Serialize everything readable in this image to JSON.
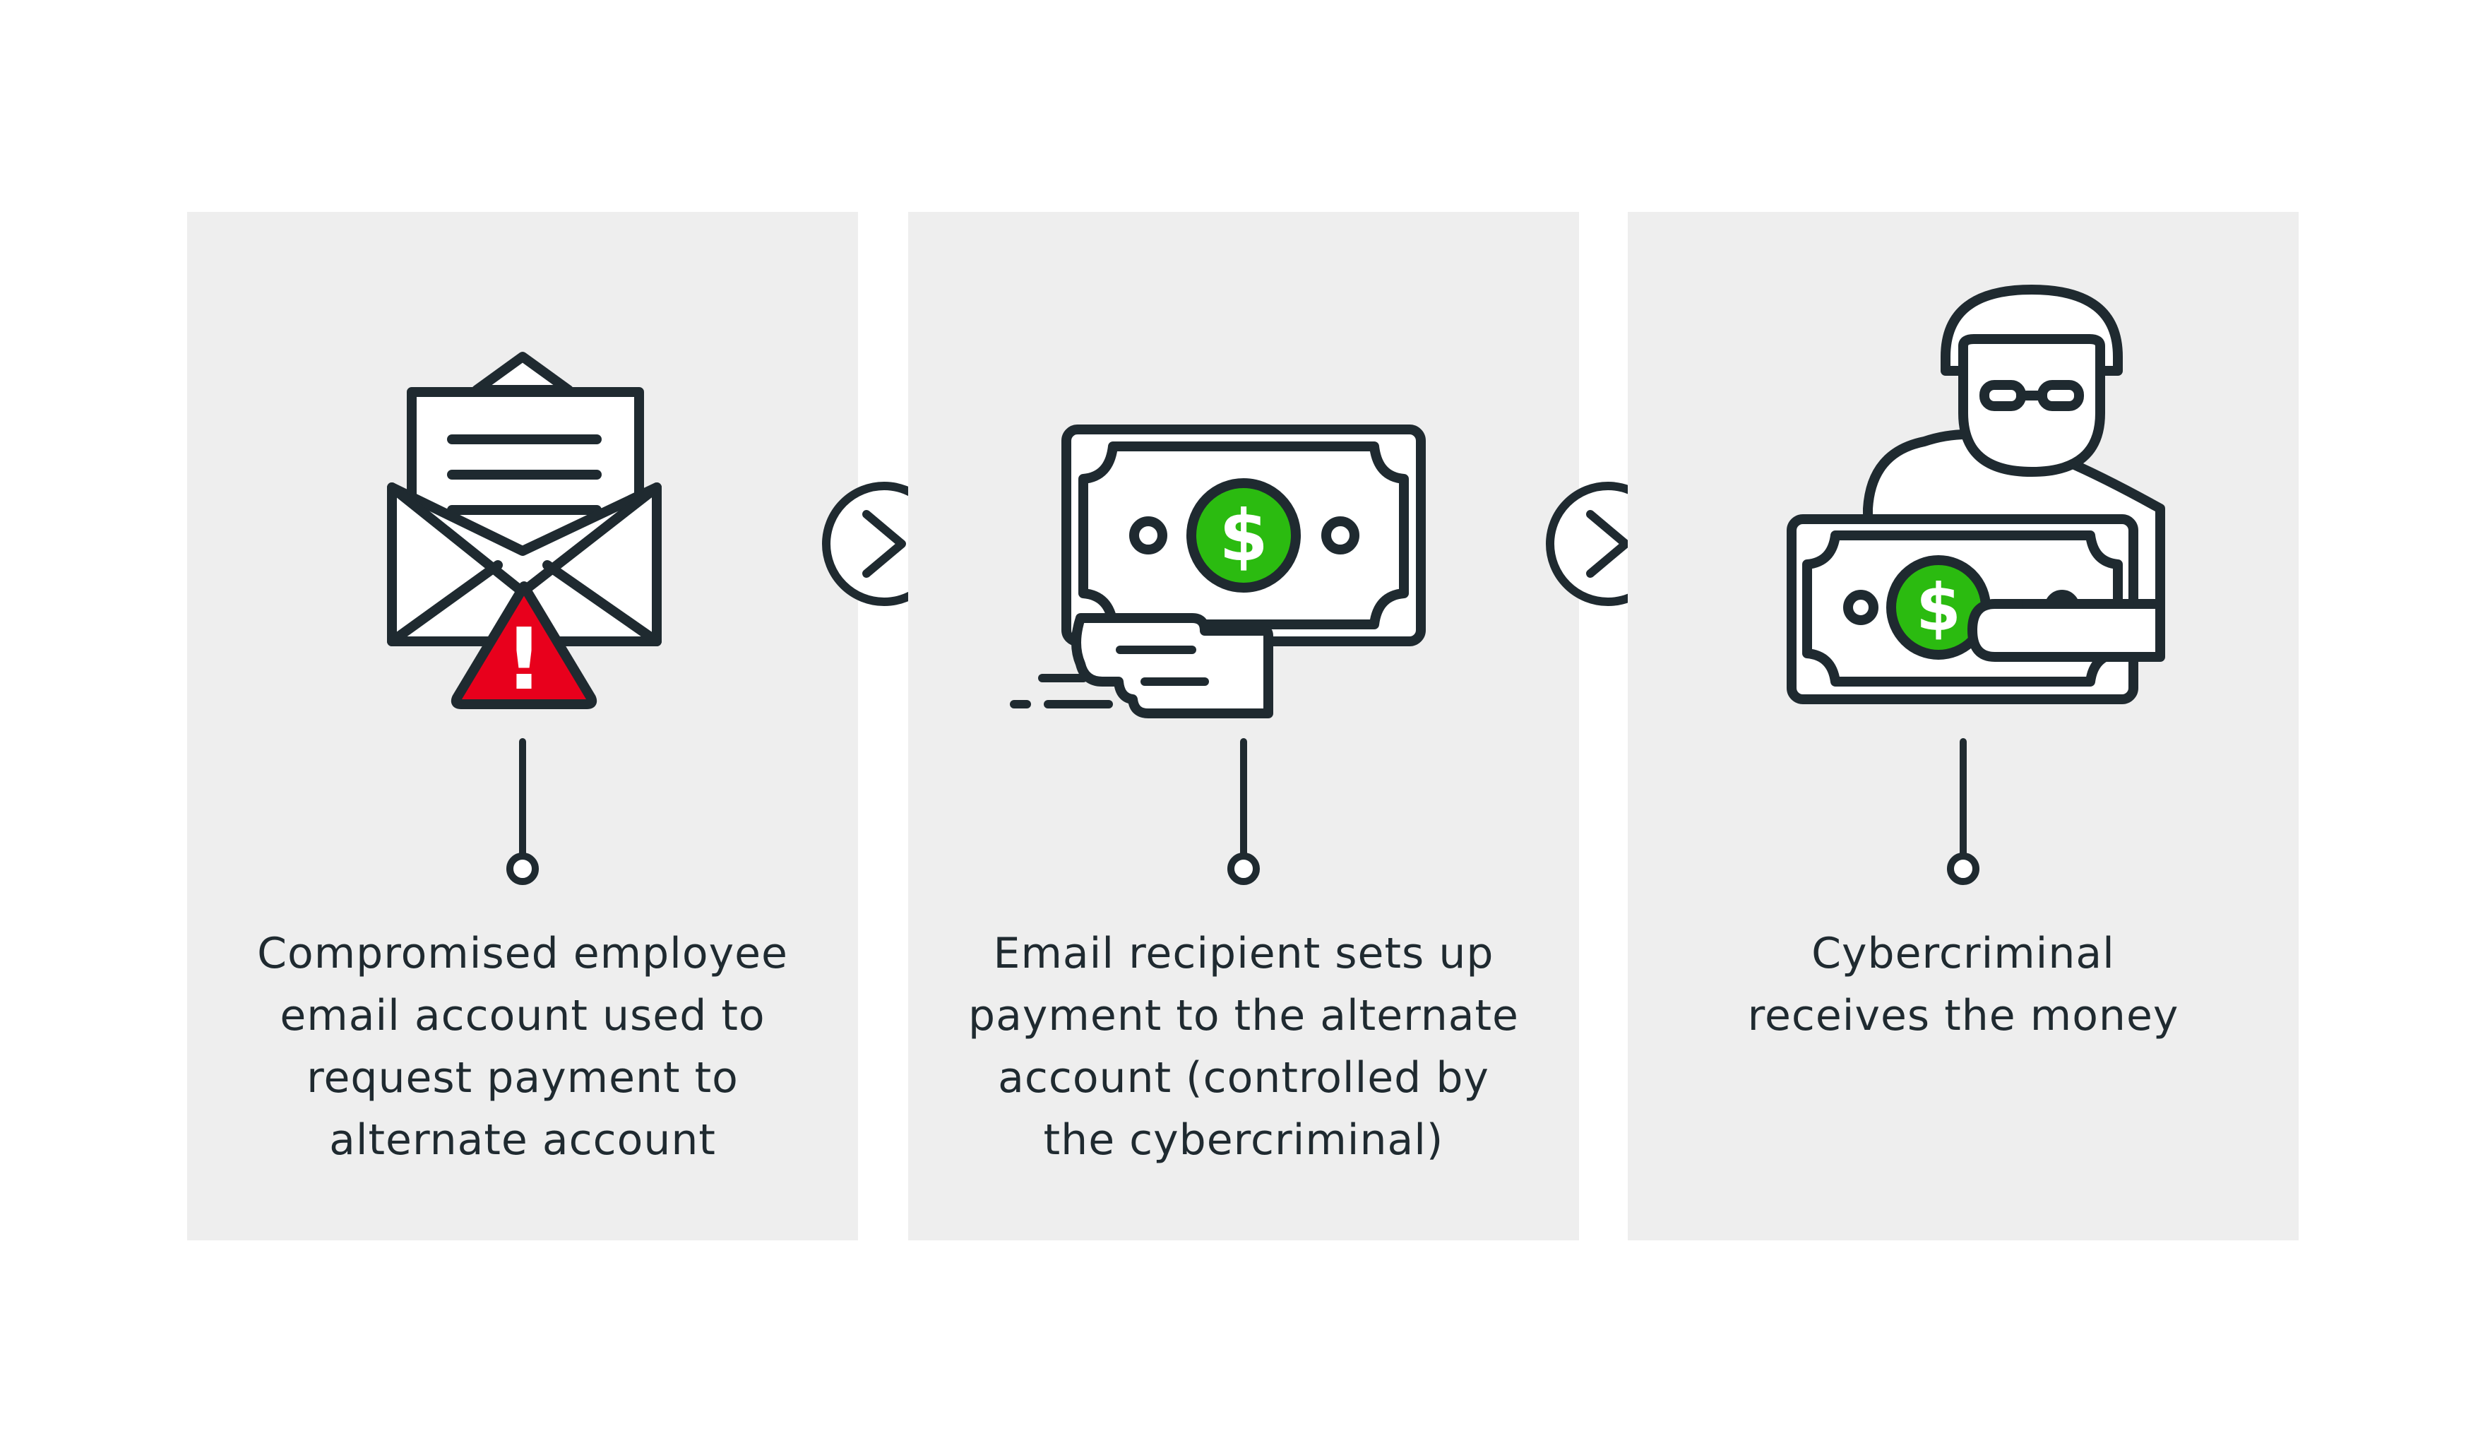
{
  "colors": {
    "stroke": "#1f2a30",
    "panel_bg": "#eeeeee",
    "alert_red": "#e8001c",
    "money_green": "#2bbb10"
  },
  "steps": [
    {
      "icon": "envelope-alert-icon",
      "caption": [
        "Compromised employee",
        "email account used to",
        "request payment to",
        "alternate account"
      ]
    },
    {
      "icon": "hand-giving-money-icon",
      "caption": [
        "Email recipient sets up",
        "payment to the alternate",
        "account (controlled by",
        "the cybercriminal)"
      ]
    },
    {
      "icon": "cybercriminal-with-money-icon",
      "caption": [
        "Cybercriminal",
        "receives the money"
      ]
    }
  ],
  "arrows": [
    "chevron-right-icon",
    "chevron-right-icon"
  ],
  "glyphs": {
    "alert": "!",
    "currency": "$"
  }
}
